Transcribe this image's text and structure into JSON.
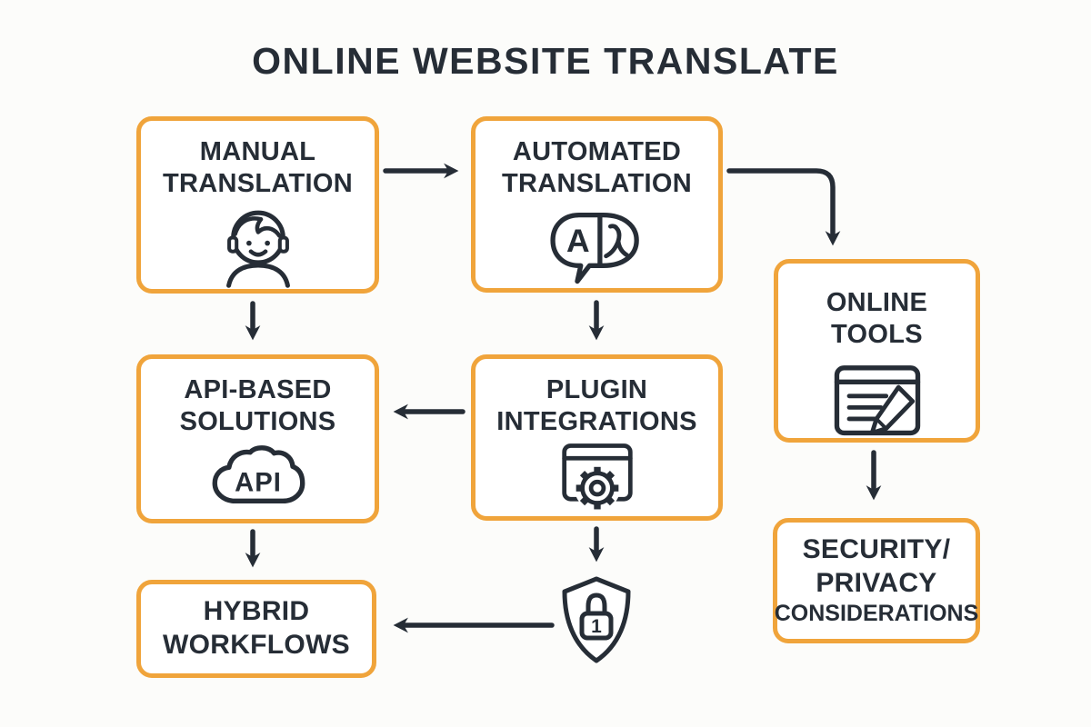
{
  "title": "ONLINE WEBSITE TRANSLATE",
  "colors": {
    "accent": "#F0A43B",
    "ink": "#262D36",
    "background": "#FCFCFA",
    "box_fill": "#FFFFFF"
  },
  "nodes": [
    {
      "id": "manual-translation",
      "lines": [
        "MANUAL",
        "TRANSLATION"
      ],
      "icon": "person-icon"
    },
    {
      "id": "automated-translation",
      "lines": [
        "AUTOMATED",
        "TRANSLATION"
      ],
      "icon": "translate-speech-bubble-icon",
      "icon_text": "A"
    },
    {
      "id": "online-tools",
      "lines": [
        "ONLINE",
        "TOOLS"
      ],
      "icon": "document-edit-icon"
    },
    {
      "id": "api-based-solutions",
      "lines": [
        "API-BASED",
        "SOLUTIONS"
      ],
      "icon": "api-cloud-icon",
      "icon_text": "API"
    },
    {
      "id": "plugin-integrations",
      "lines": [
        "PLUGIN",
        "INTEGRATIONS"
      ],
      "icon": "browser-gear-icon"
    },
    {
      "id": "security-privacy-considerations",
      "lines": [
        "SECURITY/",
        "PRIVACY",
        "CONSIDERATIONS"
      ]
    },
    {
      "id": "hybrid-workflows",
      "lines": [
        "HYBRID",
        "WORKFLOWS"
      ]
    }
  ],
  "standalone_icons": [
    {
      "id": "security-shield",
      "icon": "shield-lock-icon",
      "icon_text": "1"
    }
  ],
  "edges": [
    {
      "from": "manual-translation",
      "to": "automated-translation",
      "direction": "right"
    },
    {
      "from": "automated-translation",
      "to": "online-tools",
      "direction": "right-then-down"
    },
    {
      "from": "manual-translation",
      "to": "api-based-solutions",
      "direction": "down"
    },
    {
      "from": "automated-translation",
      "to": "plugin-integrations",
      "direction": "down"
    },
    {
      "from": "plugin-integrations",
      "to": "api-based-solutions",
      "direction": "left"
    },
    {
      "from": "online-tools",
      "to": "security-privacy-considerations",
      "direction": "down"
    },
    {
      "from": "api-based-solutions",
      "to": "hybrid-workflows",
      "direction": "down"
    },
    {
      "from": "plugin-integrations",
      "to": "security-shield",
      "direction": "down"
    },
    {
      "from": "security-shield",
      "to": "hybrid-workflows",
      "direction": "left"
    }
  ]
}
